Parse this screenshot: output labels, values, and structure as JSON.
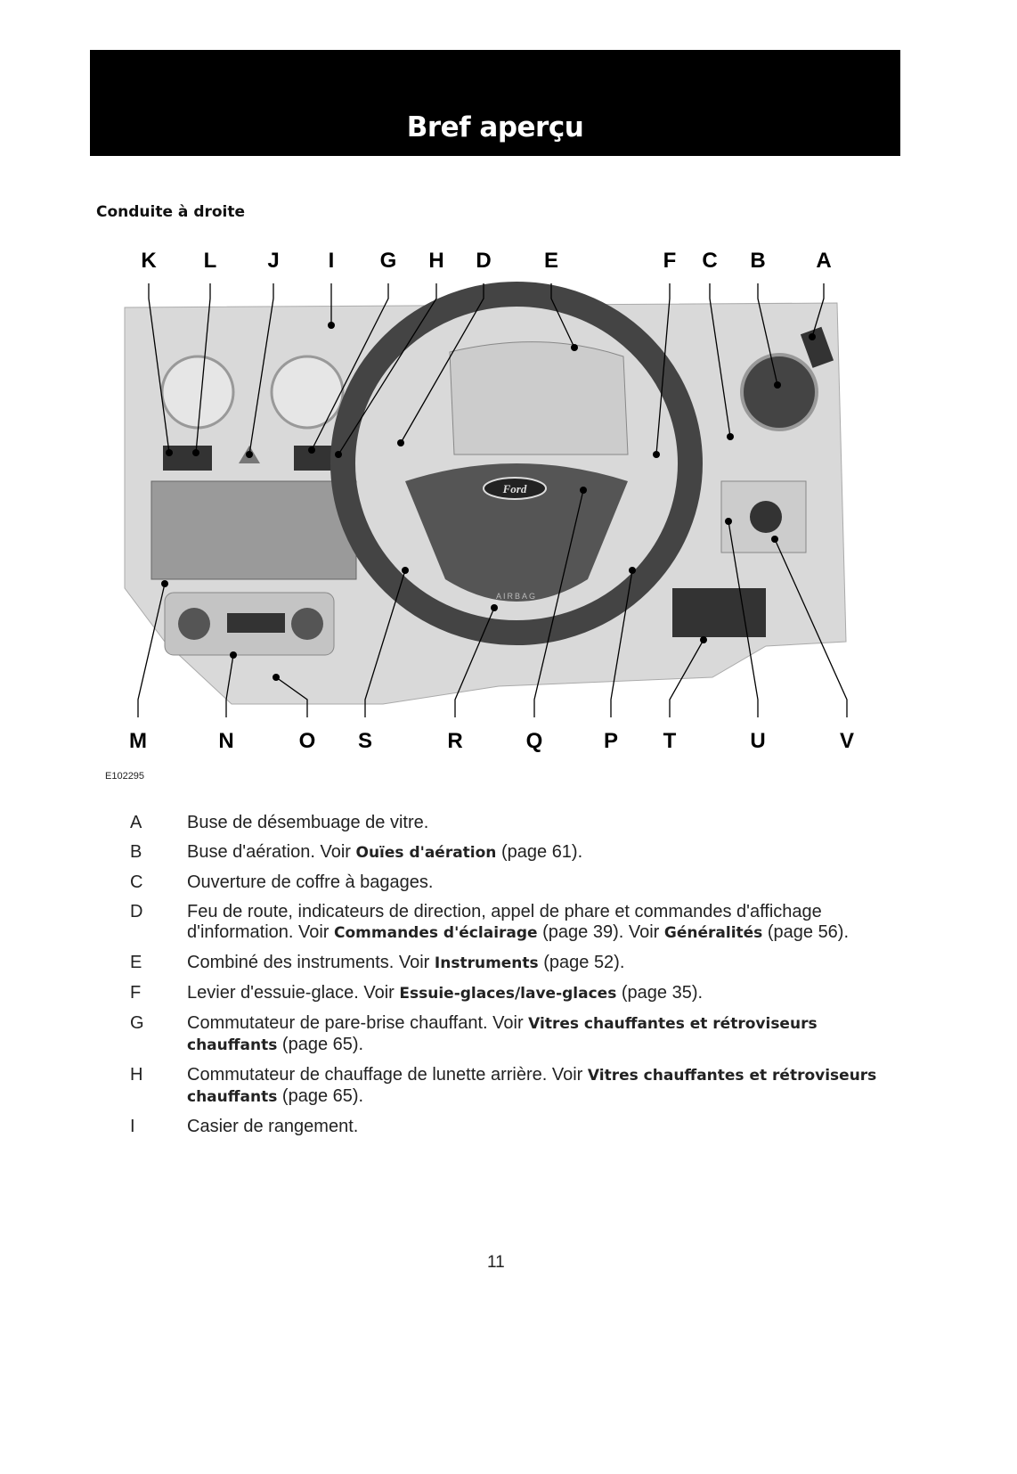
{
  "header": {
    "title": "Bref aperçu"
  },
  "section": {
    "subtitle": "Conduite à droite"
  },
  "figure": {
    "id": "E102295",
    "top_labels": [
      "K",
      "L",
      "J",
      "I",
      "G",
      "H",
      "D",
      "E",
      "F",
      "C",
      "B",
      "A"
    ],
    "bottom_labels": [
      "M",
      "N",
      "O",
      "S",
      "R",
      "Q",
      "P",
      "T",
      "U",
      "V"
    ],
    "logo": "Ford",
    "airbag": "AIRBAG"
  },
  "items": [
    {
      "key": "A",
      "text": "Buse de désembuage de vitre.",
      "refs": []
    },
    {
      "key": "B",
      "text": "Buse d'aération.  Voir ",
      "refs": [
        {
          "bold": "Ouïes d'aération",
          "after": " (page 61)."
        }
      ]
    },
    {
      "key": "C",
      "text": "Ouverture de coffre à bagages.",
      "refs": []
    },
    {
      "key": "D",
      "text": "Feu de route, indicateurs de direction, appel de phare et commandes d'affichage d'information.  Voir ",
      "refs": [
        {
          "bold": "Commandes d'éclairage",
          "after": " (page 39).  Voir "
        },
        {
          "bold": "Généralités",
          "after": " (page 56)."
        }
      ]
    },
    {
      "key": "E",
      "text": "Combiné des instruments.  Voir ",
      "refs": [
        {
          "bold": "Instruments",
          "after": " (page 52)."
        }
      ]
    },
    {
      "key": "F",
      "text": "Levier d'essuie-glace.  Voir ",
      "refs": [
        {
          "bold": "Essuie-glaces/lave-glaces",
          "after": " (page 35)."
        }
      ]
    },
    {
      "key": "G",
      "text": "Commutateur de pare-brise chauffant.  Voir ",
      "refs": [
        {
          "bold": "Vitres chauffantes et rétroviseurs chauffants",
          "after": " (page 65)."
        }
      ]
    },
    {
      "key": "H",
      "text": "Commutateur de chauffage de lunette arrière.  Voir ",
      "refs": [
        {
          "bold": "Vitres chauffantes et rétroviseurs chauffants",
          "after": " (page 65)."
        }
      ]
    },
    {
      "key": "I",
      "text": "Casier de rangement.",
      "refs": []
    }
  ],
  "footer": {
    "page_number": "11"
  }
}
